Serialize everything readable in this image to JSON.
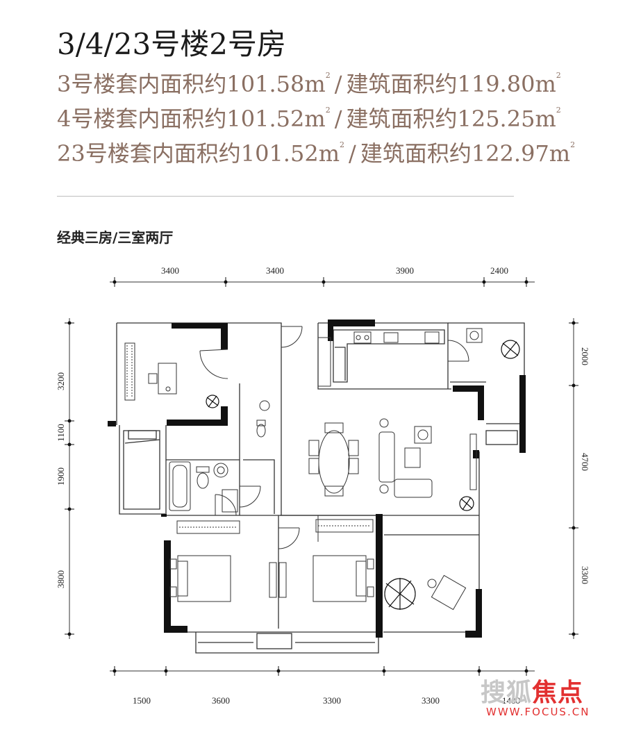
{
  "header": {
    "title": "3/4/23号楼2号房",
    "areas": [
      {
        "prefix": "3号楼套内面积约101.58m",
        "sup1": "2",
        "slash": "/",
        "middle": "建筑面积约119.80m",
        "sup2": "2"
      },
      {
        "prefix": "4号楼套内面积约101.52m",
        "sup1": "2",
        "slash": "/",
        "middle": "建筑面积约125.25m",
        "sup2": "2"
      },
      {
        "prefix": "23号楼套内面积约101.52m",
        "sup1": "2",
        "slash": "/",
        "middle": "建筑面积约122.97m",
        "sup2": "2"
      }
    ],
    "subtitle": "经典三房/三室两厅"
  },
  "dimensions": {
    "top": [
      "3400",
      "3400",
      "3900",
      "2400"
    ],
    "bottom": [
      "1500",
      "3600",
      "3300",
      "3300",
      "1400"
    ],
    "left": [
      "3200",
      "1100",
      "1900",
      "3800"
    ],
    "right": [
      "2000",
      "4700",
      "3300"
    ]
  },
  "watermark": {
    "chars": [
      "搜",
      "狐",
      "焦",
      "点"
    ],
    "url": "WWW.FOCUS.CN"
  },
  "colors": {
    "title": "#1a1a1a",
    "area_text": "#8a6f62",
    "wall": "#111111",
    "line": "#333333",
    "watermark_red": "#e23030",
    "watermark_gray": "#c7c7c7"
  }
}
